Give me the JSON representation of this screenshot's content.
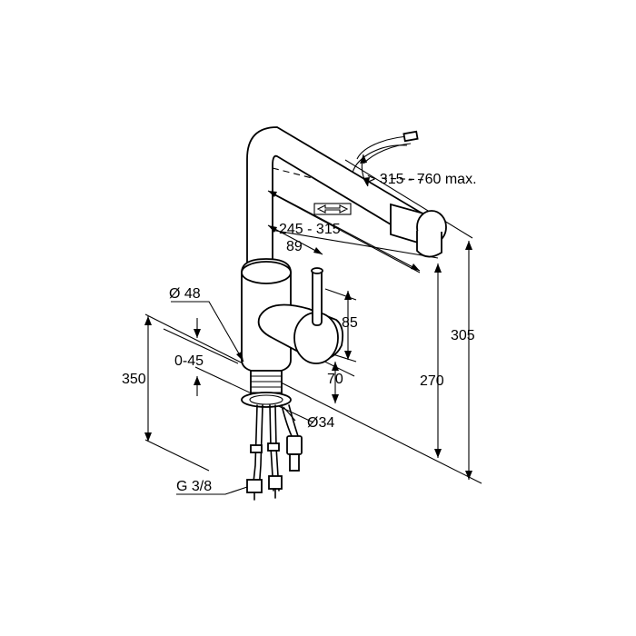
{
  "dimensions": {
    "reach_max": "> 315 - 760 max.",
    "spout_range": "245 - 315",
    "lever_offset": "89",
    "body_diameter": "Ø 48",
    "lever_height": "85",
    "deck_thickness": "0-45",
    "total_height": "350",
    "base_to_lever": "70",
    "base_diameter": "Ø34",
    "spout_height": "270",
    "overall_height": "305",
    "connection_thread": "G 3/8"
  },
  "colors": {
    "line": "#000000",
    "background": "#ffffff"
  }
}
